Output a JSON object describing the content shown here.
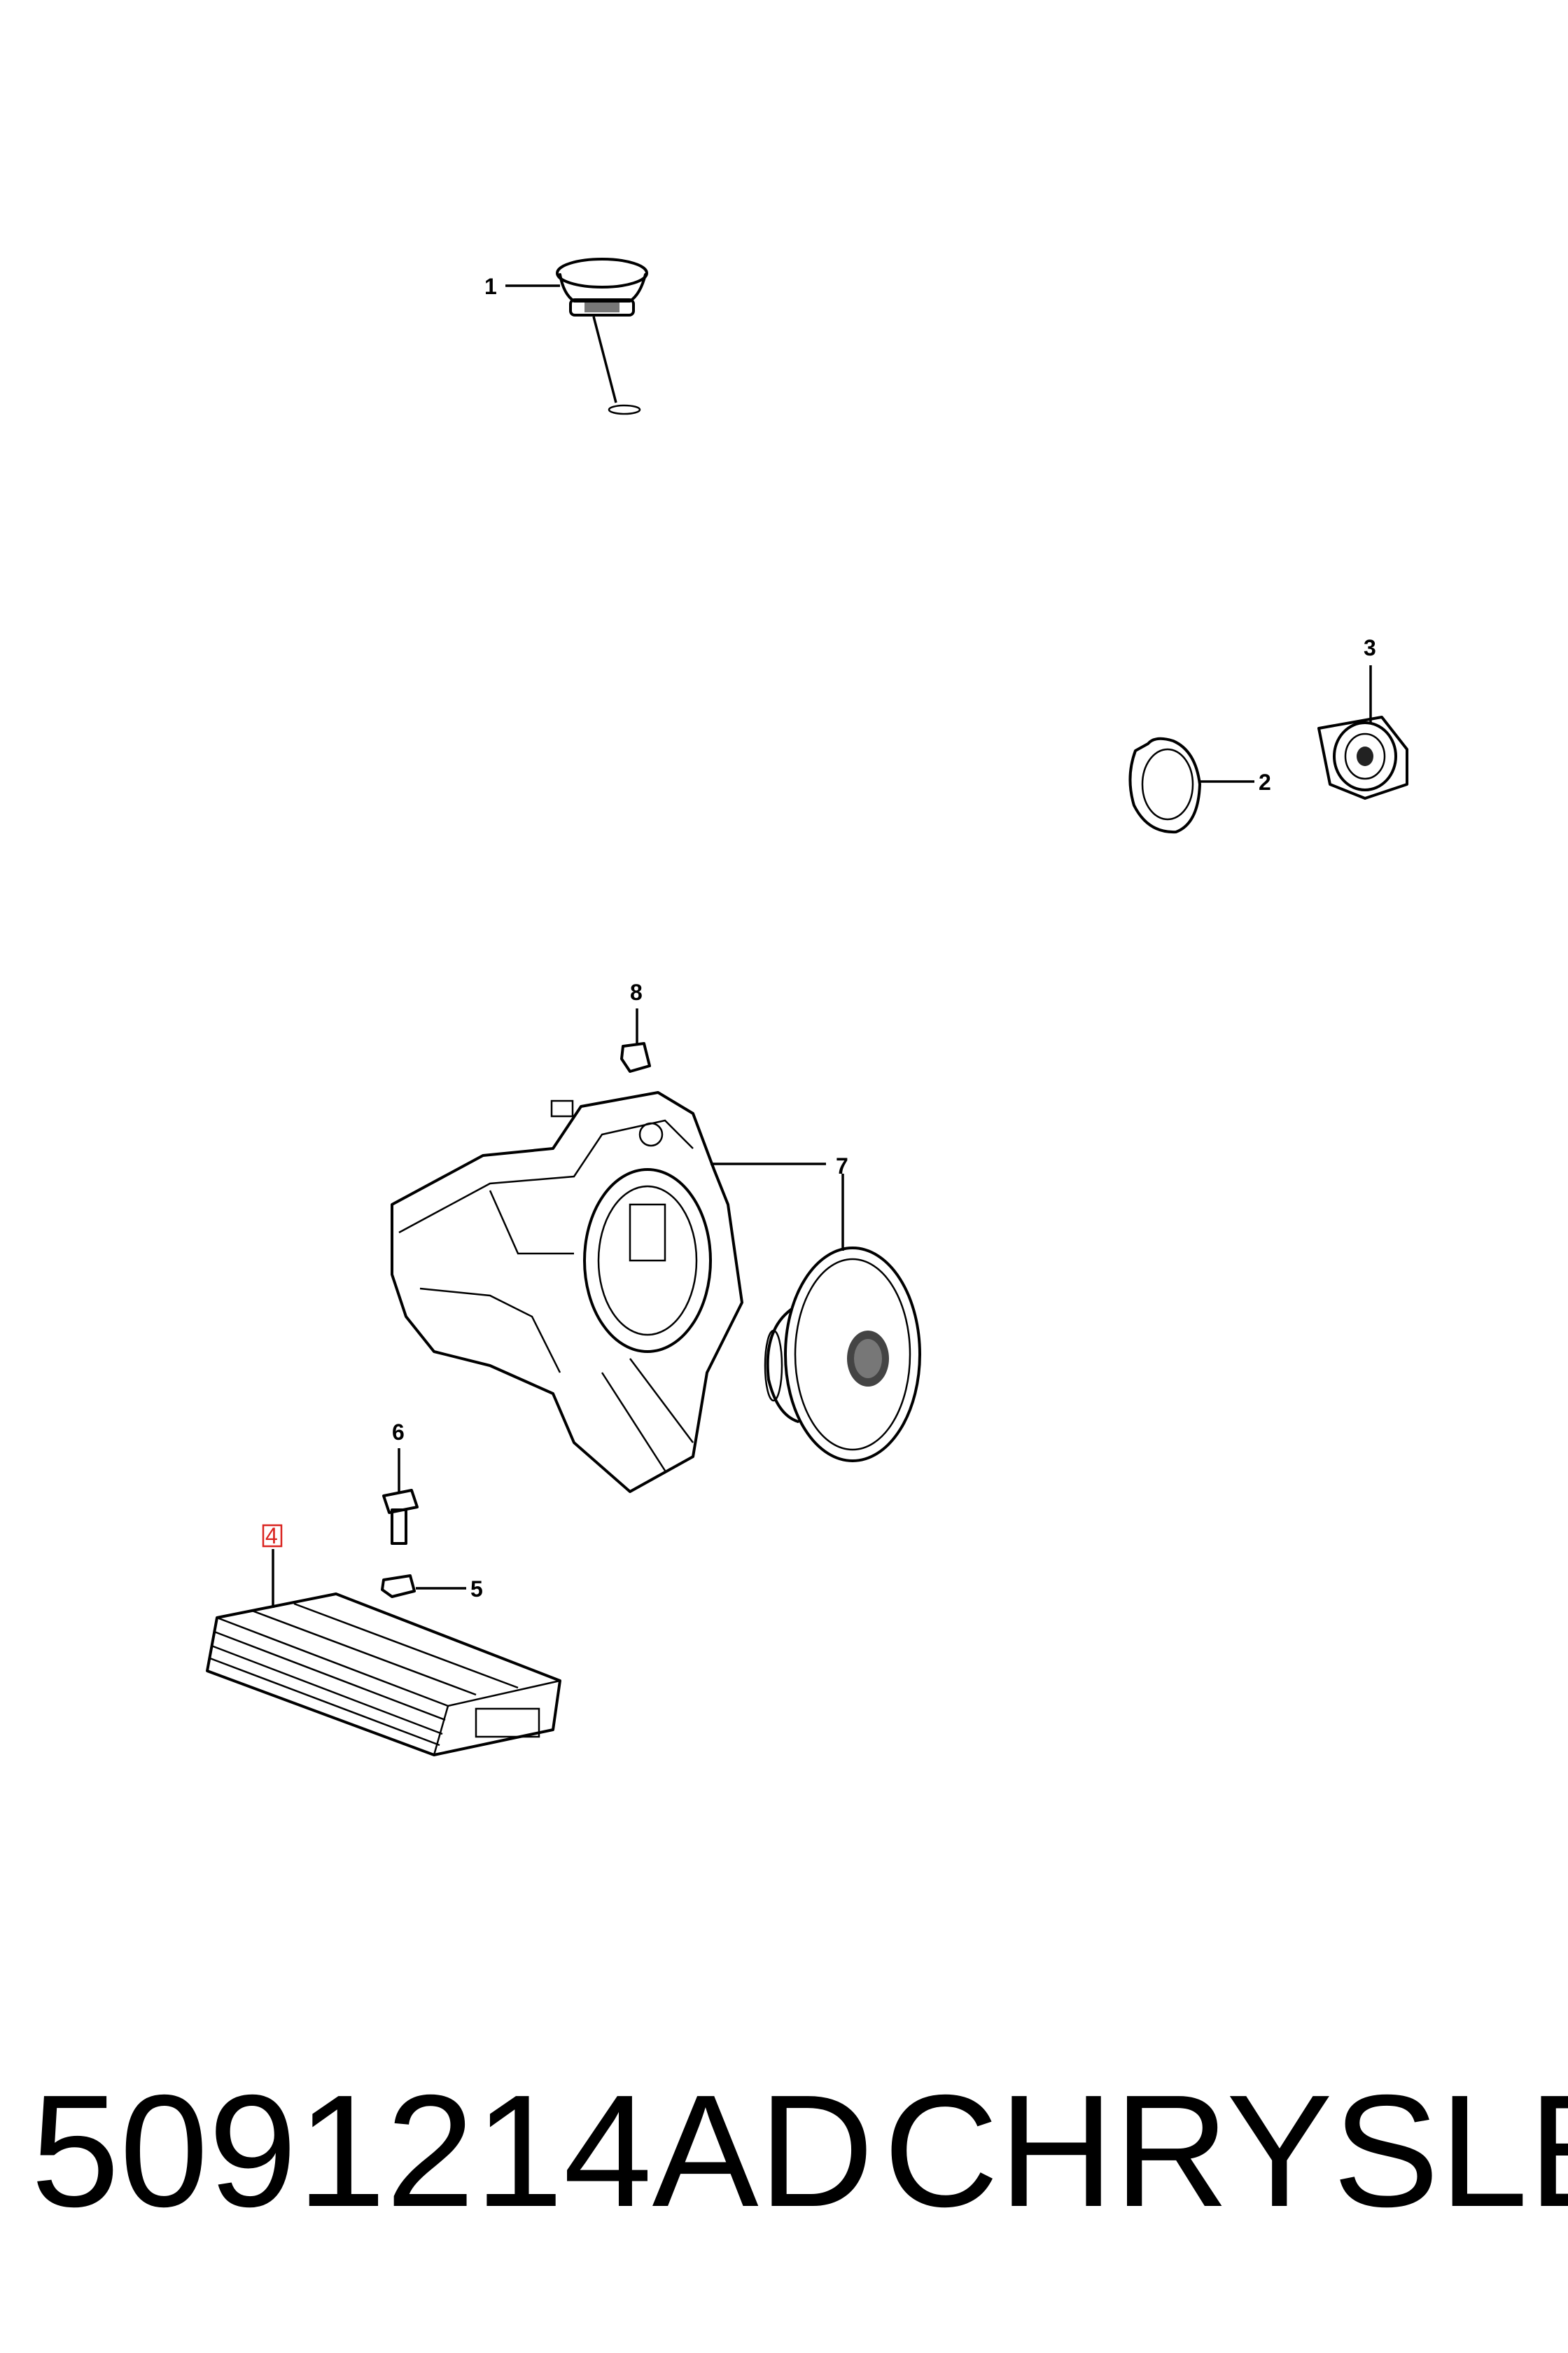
{
  "callouts": {
    "c1": "1",
    "c2": "2",
    "c3": "3",
    "c4": "4",
    "c5": "5",
    "c6": "6",
    "c7": "7",
    "c8": "8"
  },
  "footer": {
    "part_number": "5091214AD",
    "brand": "CHRYSLER"
  },
  "colors": {
    "highlight": "#d9231f",
    "ink": "#000000"
  }
}
